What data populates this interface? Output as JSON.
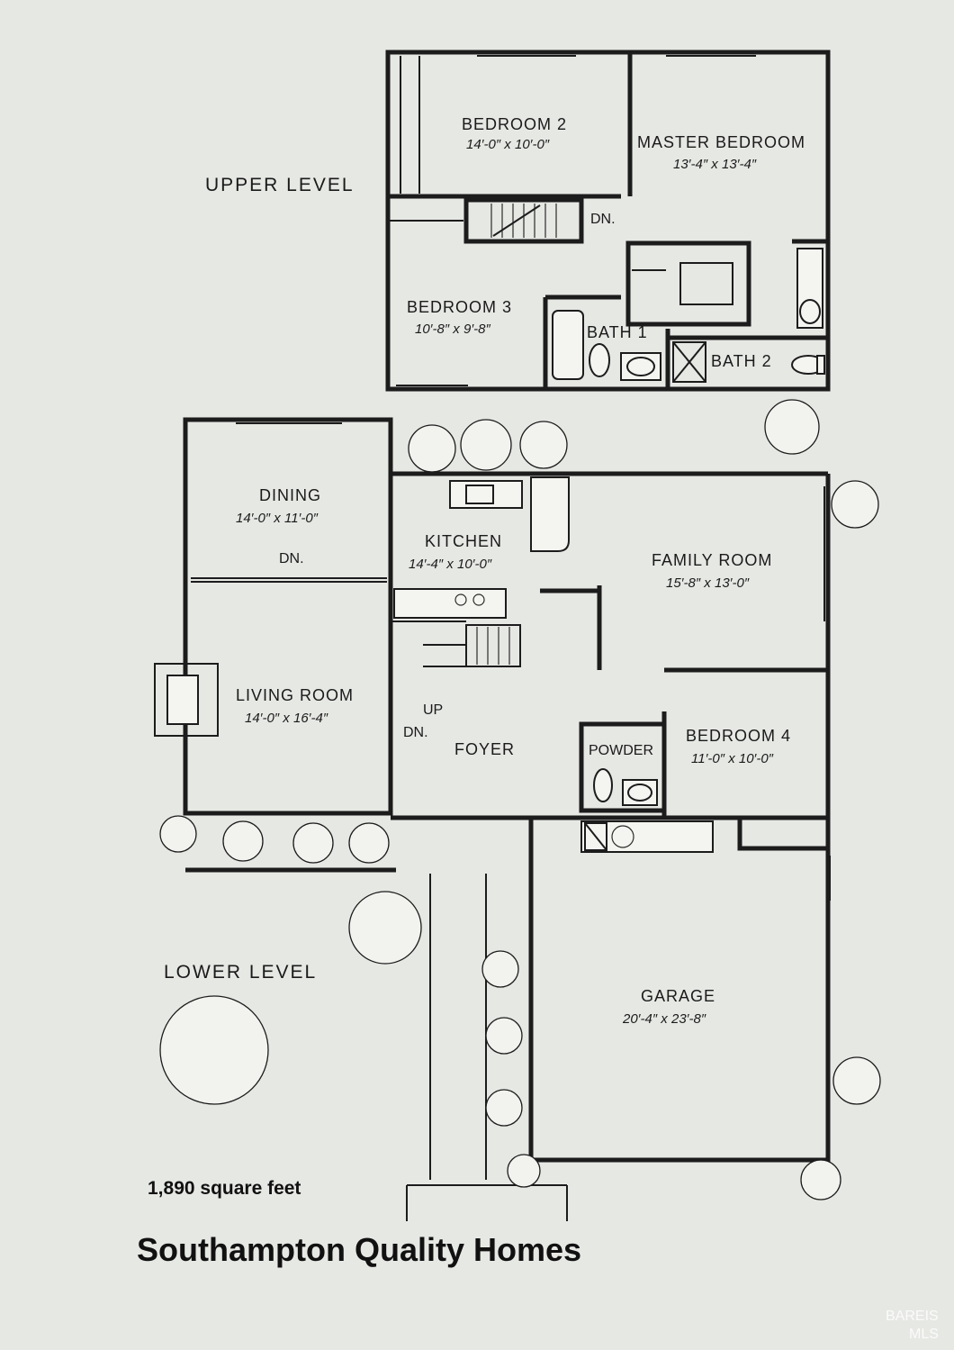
{
  "levels": {
    "upper": "UPPER  LEVEL",
    "lower": "LOWER  LEVEL"
  },
  "rooms": {
    "bedroom2": {
      "name": "BEDROOM  2",
      "size": "14′-0″ x 10′-0″"
    },
    "master": {
      "name": "MASTER  BEDROOM",
      "size": "13′-4″ x 13′-4″"
    },
    "bedroom3": {
      "name": "BEDROOM  3",
      "size": "10′-8″ x 9′-8″"
    },
    "bath1": {
      "name": "BATH  1"
    },
    "bath2": {
      "name": "BATH  2"
    },
    "dining": {
      "name": "DINING",
      "size": "14′-0″ x 11′-0″"
    },
    "kitchen": {
      "name": "KITCHEN",
      "size": "14′-4″ x 10′-0″"
    },
    "family": {
      "name": "FAMILY  ROOM",
      "size": "15′-8″ x 13′-0″"
    },
    "living": {
      "name": "LIVING  ROOM",
      "size": "14′-0″ x 16′-4″"
    },
    "foyer": {
      "name": "FOYER"
    },
    "powder": {
      "name": "POWDER"
    },
    "bedroom4": {
      "name": "BEDROOM  4",
      "size": "11′-0″ x 10′-0″"
    },
    "garage": {
      "name": "GARAGE",
      "size": "20′-4″ x 23′-8″"
    }
  },
  "stair_labels": {
    "upper_dn": "DN.",
    "dining_dn": "DN.",
    "foyer_up": "UP",
    "foyer_dn": "DN."
  },
  "square_feet": "1,890 square feet",
  "brand": "Southampton Quality Homes",
  "watermark": {
    "line1": "BAREIS",
    "line2": "MLS"
  }
}
